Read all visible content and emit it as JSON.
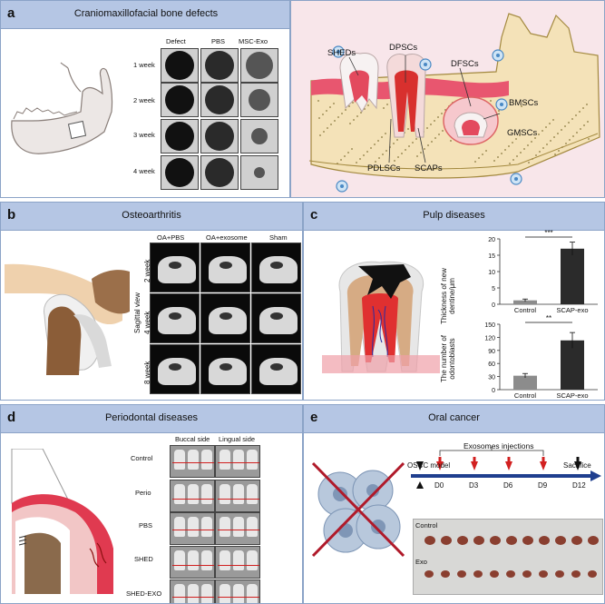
{
  "panel_a": {
    "letter": "a",
    "title": "Craniomaxillofacial bone defects",
    "columns": [
      "Defect",
      "PBS",
      "MSC-Exo"
    ],
    "rows": [
      "1 week",
      "2 week",
      "3 week",
      "4 week"
    ],
    "cells": [
      "SHEDs",
      "DPSCs",
      "DFSCs",
      "BMSCs",
      "GMSCs",
      "PDLSCs",
      "SCAPs"
    ]
  },
  "panel_b": {
    "letter": "b",
    "title": "Osteoarthritis",
    "columns": [
      "OA+PBS",
      "OA+exosome",
      "Sham"
    ],
    "rows": [
      "2 week",
      "4 week",
      "8 week"
    ],
    "side_label": "Sagittal view"
  },
  "panel_c": {
    "letter": "c",
    "title": "Pulp diseases",
    "chart_data": [
      {
        "type": "bar",
        "categories": [
          "Control",
          "SCAP-exo"
        ],
        "values": [
          1.2,
          17
        ],
        "errors": [
          0.4,
          2
        ],
        "ylabel": "Thickness of new dentine/μm",
        "ylim": [
          0,
          20
        ],
        "yticks": [
          0,
          5,
          10,
          15,
          20
        ],
        "significance": "***",
        "colors": [
          "#8c8c8c",
          "#2b2b2b"
        ]
      },
      {
        "type": "bar",
        "categories": [
          "Control",
          "SCAP-exo"
        ],
        "values": [
          32,
          113
        ],
        "errors": [
          5,
          18
        ],
        "ylabel": "The number of odontoblasts",
        "ylim": [
          0,
          150
        ],
        "yticks": [
          0,
          30,
          60,
          90,
          120,
          150
        ],
        "significance": "**",
        "colors": [
          "#8c8c8c",
          "#2b2b2b"
        ]
      }
    ]
  },
  "panel_d": {
    "letter": "d",
    "title": "Periodontal diseases",
    "columns": [
      "Buccal side",
      "Lingual side"
    ],
    "rows": [
      "Control",
      "Perio",
      "PBS",
      "SHED",
      "SHED-EXO"
    ]
  },
  "panel_e": {
    "letter": "e",
    "title": "Oral cancer",
    "injection_label": "Exosomes injections",
    "model_label": "OSCC model",
    "sacrifice_label": "Sacrifice",
    "days": [
      "D0",
      "D3",
      "D6",
      "D9",
      "D12"
    ],
    "tumor_rows": [
      "Control",
      "Exo"
    ],
    "arrow_color": "#d22020",
    "timeline_color": "#1f3f8f"
  }
}
